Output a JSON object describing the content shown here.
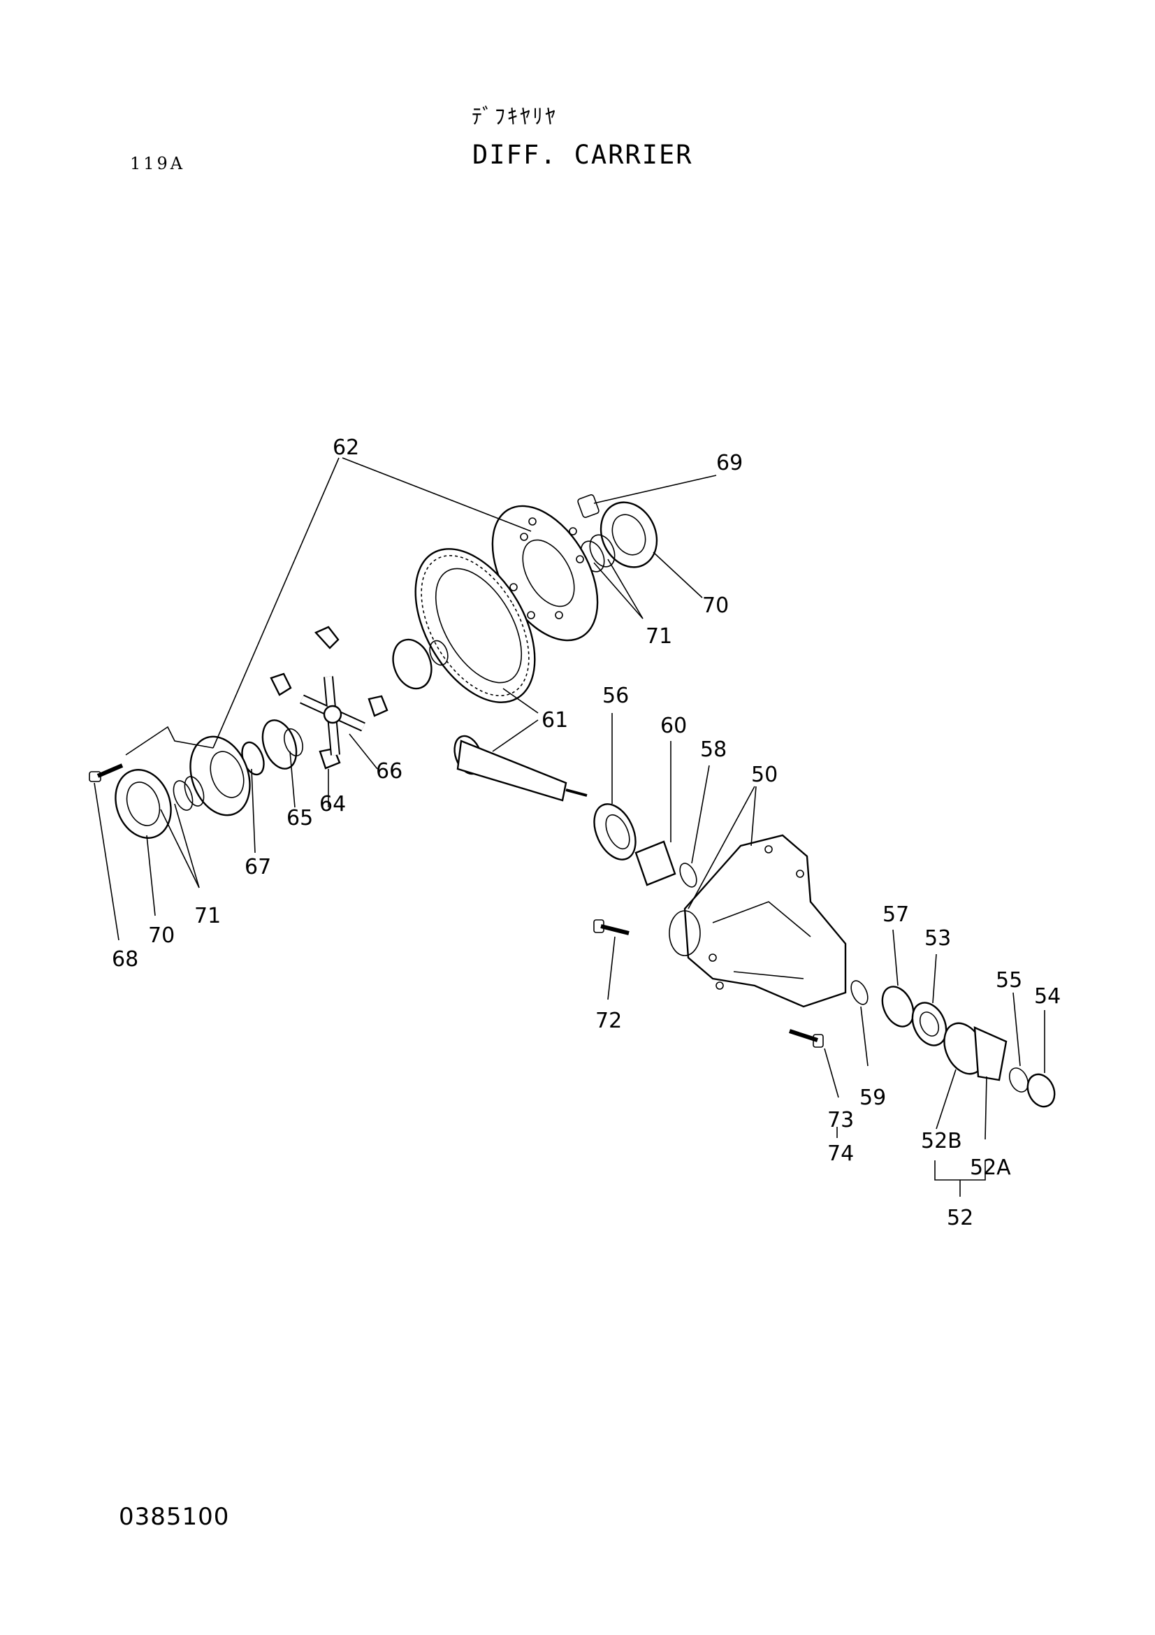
{
  "header": {
    "title_jp": "ﾃﾞﾌｷﾔﾘﾔ",
    "title_en": "DIFF. CARRIER",
    "page_code": "119A"
  },
  "footer": {
    "code": "0385100"
  },
  "callouts": {
    "c50": "50",
    "c52": "52",
    "c52A": "52A",
    "c52B": "52B",
    "c53": "53",
    "c54": "54",
    "c55": "55",
    "c56": "56",
    "c57": "57",
    "c58": "58",
    "c59": "59",
    "c60": "60",
    "c61": "61",
    "c62": "62",
    "c64": "64",
    "c65": "65",
    "c66": "66",
    "c67": "67",
    "c68": "68",
    "c69": "69",
    "c70a": "70",
    "c70b": "70",
    "c71a": "71",
    "c71b": "71",
    "c72": "72",
    "c73": "73",
    "c74": "74"
  }
}
